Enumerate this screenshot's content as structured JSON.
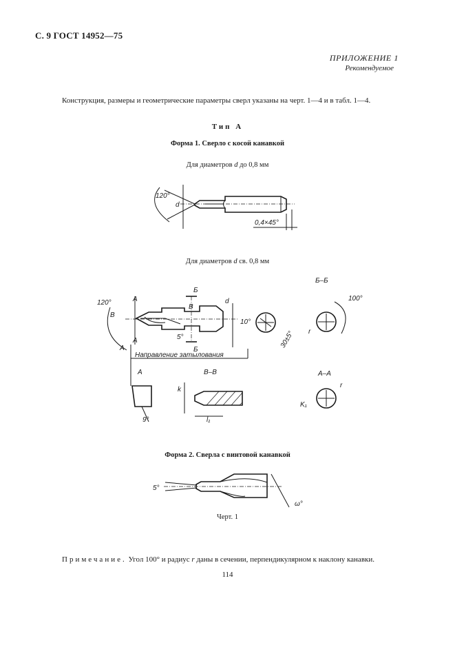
{
  "header": {
    "title": "С. 9 ГОСТ 14952—75"
  },
  "appendix": {
    "title": "ПРИЛОЖЕНИЕ 1",
    "subtitle": "Рекомендуемое"
  },
  "intro": "Конструкция, размеры и геометрические параметры сверл указаны на черт. 1—4 и в табл. 1—4.",
  "type_title": "Тип А",
  "form1": {
    "title": "Форма 1. Сверло с косой канавкой",
    "caption_small": {
      "prefix": "Для диаметров ",
      "var": "d",
      "suffix": " до 0,8 мм"
    },
    "caption_large": {
      "prefix": "Для диаметров ",
      "var": "d",
      "suffix": " св. 0,8 мм"
    }
  },
  "drawing_labels": {
    "angle_120": "120°",
    "d": "d",
    "chamfer": "0,4×45°",
    "A": "A",
    "B_cyr": "Б",
    "V_cyr": "В",
    "angle_5": "5°",
    "angle_10": "10°",
    "angle_9": "9°",
    "angle_100": "100°",
    "angle_30": "30±5°",
    "r": "r",
    "k": "k",
    "k1": "K₁",
    "l1": "l₁",
    "section_bb": "Б–Б",
    "section_vv": "В–В",
    "section_aa": "А–А",
    "view_a": "А",
    "relief_direction": "Направление затылования",
    "angle_5_f2": "5°",
    "omega": "ω°"
  },
  "form2": {
    "title": "Форма 2. Сверла с винтовой канавкой"
  },
  "figure_caption": "Черт. 1",
  "note": {
    "label": "Примечание.",
    "text": " Угол 100° и радиус ",
    "var": "r",
    "text2": " даны в сечении, перпендикулярном к наклону канавки."
  },
  "page_number": "114"
}
